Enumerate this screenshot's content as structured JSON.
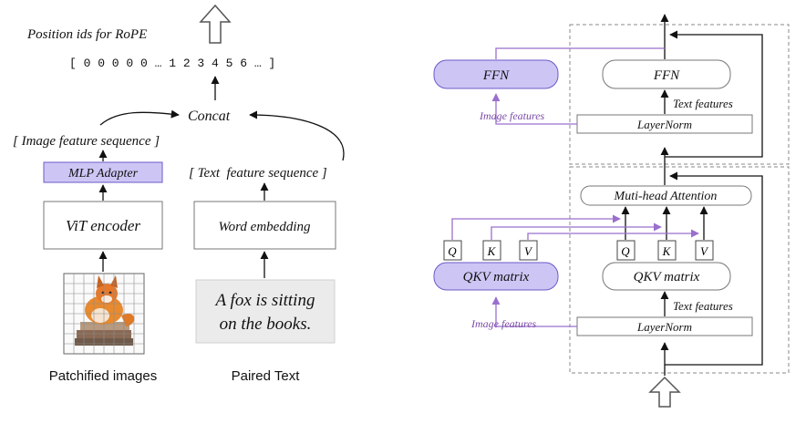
{
  "left": {
    "rope_title": "Position ids for RoPE",
    "position_ids": "[ 0 0 0 0 0 … 1 2 3 4 5 6 … ]",
    "concat": "Concat",
    "image_sequence_label": "[ Image feature sequence ]",
    "text_sequence_label": "[ Text  feature sequence ]",
    "mlp_adapter": "MLP Adapter",
    "vit_encoder": "ViT encoder",
    "word_embedding": "Word embedding",
    "paired_text_line1": "A fox is sitting",
    "paired_text_line2": "on the books.",
    "caption_images": "Patchified images",
    "caption_text": "Paired Text"
  },
  "right": {
    "ffn_image": "FFN",
    "ffn_text": "FFN",
    "layernorm_top": "LayerNorm",
    "text_features_top": "Text features",
    "image_features_top": "Image features",
    "attention": "Muti-head Attention",
    "q": "Q",
    "k": "K",
    "v": "V",
    "qkv_image": "QKV matrix",
    "qkv_text": "QKV matrix",
    "text_features_bottom": "Text features",
    "image_features_bottom": "Image features",
    "layernorm_bottom": "LayerNorm"
  },
  "colors": {
    "accent_fill": "#cdc6f5",
    "accent_stroke": "#6d5ac8",
    "purple_line": "#9a6fce",
    "purple_text": "#7b4aa8",
    "box_stroke": "#777777",
    "dashed": "#888888",
    "text_box_fill": "#ebebeb"
  }
}
